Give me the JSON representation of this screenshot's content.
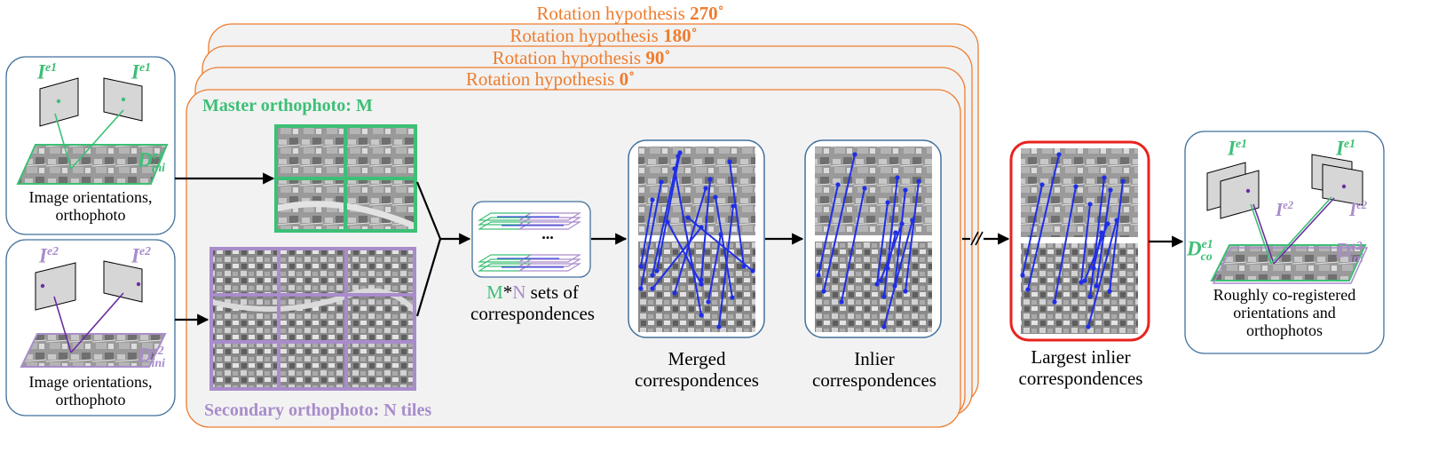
{
  "rotations": [
    {
      "text": "Rotation hypothesis ",
      "deg": "270˚"
    },
    {
      "text": "Rotation hypothesis ",
      "deg": "180˚"
    },
    {
      "text": "Rotation hypothesis ",
      "deg": "90˚"
    },
    {
      "text": "Rotation hypothesis ",
      "deg": "0˚"
    }
  ],
  "master_title": "Master orthophoto: M",
  "secondary_title": "Secondary orthophoto: N tiles",
  "sets": {
    "m": "M",
    "star": "*",
    "n": "N",
    "rest": " sets of",
    "line2": "correspondences"
  },
  "merged": [
    "Merged",
    "correspondences"
  ],
  "inlier": [
    "Inlier",
    "correspondences"
  ],
  "largest": [
    "Largest inlier",
    "correspondences"
  ],
  "left_top_caption": [
    "Image orientations,",
    "orthophoto"
  ],
  "left_bottom_caption": [
    "Image orientations,",
    "orthophoto"
  ],
  "right_caption": [
    "Roughly co-registered",
    "orientations and",
    "orthophotos"
  ],
  "symbols": {
    "I": "I",
    "D": "D",
    "e1": "e1",
    "e2": "e2",
    "ini": "ini",
    "co": "co"
  },
  "ellipsis": "...",
  "colors": {
    "orange": "#ee7d2f",
    "green": "#3dbf76",
    "purple": "#a98ccb",
    "box_blue": "#41719c",
    "red": "#e8231f",
    "line_blue": "#1f2ee6",
    "panel_fill": "#f2f2f2"
  }
}
